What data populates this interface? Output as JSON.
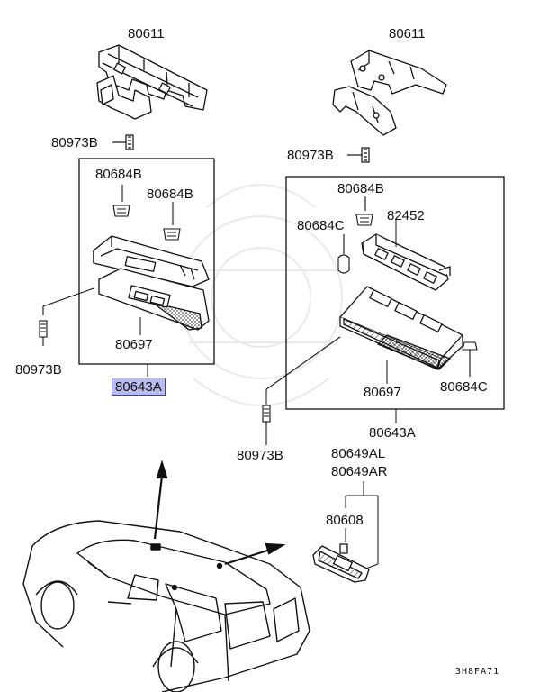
{
  "diagram": {
    "code": "3H8FA71",
    "left_assembly": {
      "bracket_label": "80611",
      "screw_top_label": "80973B",
      "bulb_left_label": "80684B",
      "bulb_right_label": "80684B",
      "lens_label": "80697",
      "screw_side_label": "80973B",
      "assembly_label": "80643A"
    },
    "right_assembly": {
      "bracket_label": "80611",
      "screw_top_label": "80973B",
      "bulb_label": "80684B",
      "socket_label": "82452",
      "bulb_c_label": "80684C",
      "lens_label": "80697",
      "bulb_c2_label": "80684C",
      "assembly_label": "80643A",
      "screw_label": "80973B"
    },
    "vanity_lamp": {
      "label_left": "80649AL",
      "label_right": "80649AR",
      "bulb_label": "80608"
    }
  }
}
